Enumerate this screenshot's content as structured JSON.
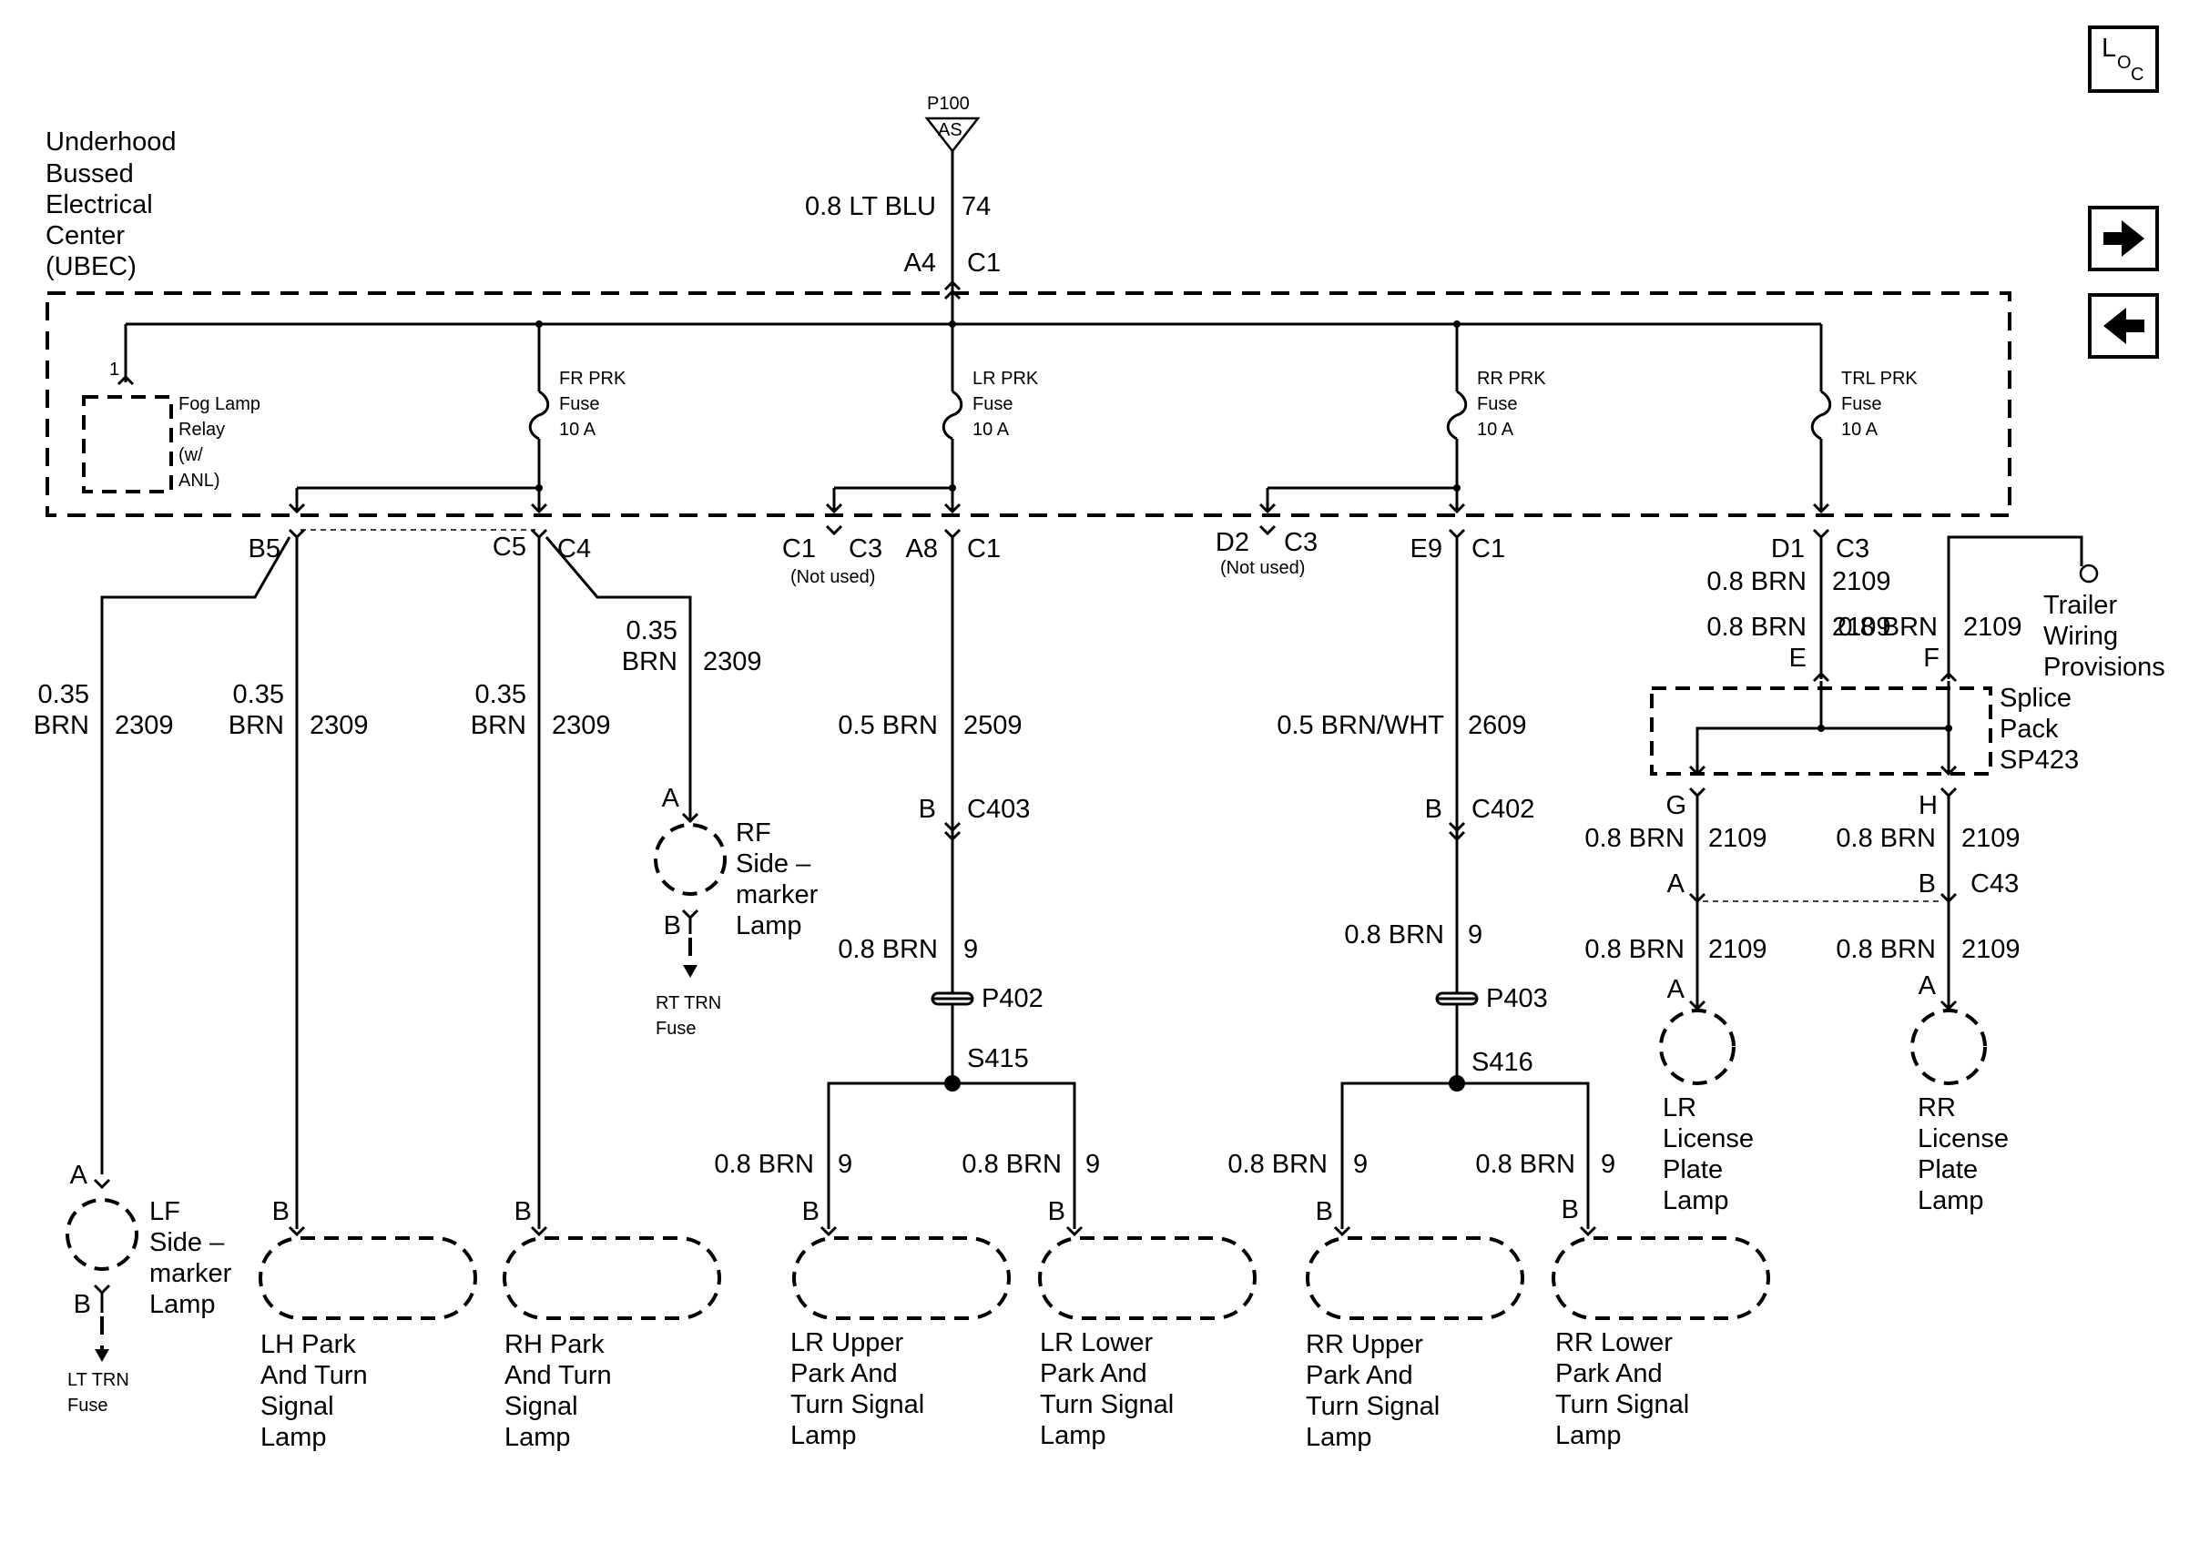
{
  "nav": {
    "loc": {
      "L": "L",
      "O": "O",
      "C": "C"
    }
  },
  "source": {
    "label": "P100",
    "sym": "AS"
  },
  "feed": {
    "wire": "0.8 LT BLU",
    "circuit": "74",
    "pin": "A4",
    "conn": "C1"
  },
  "ubec": {
    "l1": "Underhood",
    "l2": "Bussed",
    "l3": "Electrical",
    "l4": "Center",
    "l5": "(UBEC)"
  },
  "fog": {
    "pin": "1",
    "l1": "Fog Lamp",
    "l2": "Relay",
    "l3": "(w/",
    "l4": "ANL)"
  },
  "fuses": {
    "fr": {
      "l1": "FR PRK",
      "l2": "Fuse",
      "l3": "10 A"
    },
    "lr": {
      "l1": "LR PRK",
      "l2": "Fuse",
      "l3": "10 A"
    },
    "rr": {
      "l1": "RR PRK",
      "l2": "Fuse",
      "l3": "10 A"
    },
    "trl": {
      "l1": "TRL PRK",
      "l2": "Fuse",
      "l3": "10 A"
    }
  },
  "conn": {
    "b5": "B5",
    "c5": "C5",
    "c4": "C4",
    "c1a": "C1",
    "c3a": "C3",
    "not_used": "(Not used)",
    "a8": "A8",
    "c1b": "C1",
    "d2": "D2",
    "c3b": "C3",
    "e9": "E9",
    "c1c": "C1",
    "d1": "D1",
    "c3c": "C3"
  },
  "wires": {
    "gauge035": "0.35",
    "brn": "BRN",
    "c2309": "2309",
    "w05brn": "0.5 BRN",
    "c2509": "2509",
    "w05bw": "0.5 BRN/WHT",
    "c2609": "2609",
    "w08brn": "0.8 BRN",
    "c9": "9",
    "c2109": "2109"
  },
  "lr_path": {
    "pin_b": "B",
    "c403": "C403",
    "p402": "P402",
    "s415": "S415"
  },
  "rr_path": {
    "pin_b": "B",
    "c402": "C402",
    "p403": "P403",
    "s416": "S416"
  },
  "trailer": {
    "l1": "Trailer",
    "l2": "Wiring",
    "l3": "Provisions"
  },
  "splice": {
    "l1": "Splice",
    "l2": "Pack",
    "l3": "SP423",
    "e": "E",
    "f": "F",
    "g": "G",
    "h": "H"
  },
  "c43": {
    "a": "A",
    "b": "B",
    "name": "C43"
  },
  "rf_marker": {
    "a": "A",
    "b": "B",
    "l1": "RF",
    "l2": "Side –",
    "l3": "marker",
    "l4": "Lamp",
    "f1": "RT TRN",
    "f2": "Fuse"
  },
  "lf_marker": {
    "a": "A",
    "b": "B",
    "l1": "LF",
    "l2": "Side –",
    "l3": "marker",
    "l4": "Lamp",
    "f1": "LT TRN",
    "f2": "Fuse"
  },
  "lamps": {
    "lh": {
      "pin": "B",
      "l1": "LH Park",
      "l2": "And Turn",
      "l3": "Signal",
      "l4": "Lamp"
    },
    "rh": {
      "pin": "B",
      "l1": "RH Park",
      "l2": "And Turn",
      "l3": "Signal",
      "l4": "Lamp"
    },
    "lru": {
      "pin": "B",
      "l1": "LR Upper",
      "l2": "Park And",
      "l3": "Turn Signal",
      "l4": "Lamp"
    },
    "lrl": {
      "pin": "B",
      "l1": "LR Lower",
      "l2": "Park And",
      "l3": "Turn Signal",
      "l4": "Lamp"
    },
    "rru": {
      "pin": "B",
      "l1": "RR Upper",
      "l2": "Park And",
      "l3": "Turn Signal",
      "l4": "Lamp"
    },
    "rrl": {
      "pin": "B",
      "l1": "RR Lower",
      "l2": "Park And",
      "l3": "Turn Signal",
      "l4": "Lamp"
    },
    "lrlic": {
      "pin": "A",
      "l1": "LR",
      "l2": "License",
      "l3": "Plate",
      "l4": "Lamp"
    },
    "rrlic": {
      "pin": "A",
      "l1": "RR",
      "l2": "License",
      "l3": "Plate",
      "l4": "Lamp"
    }
  }
}
